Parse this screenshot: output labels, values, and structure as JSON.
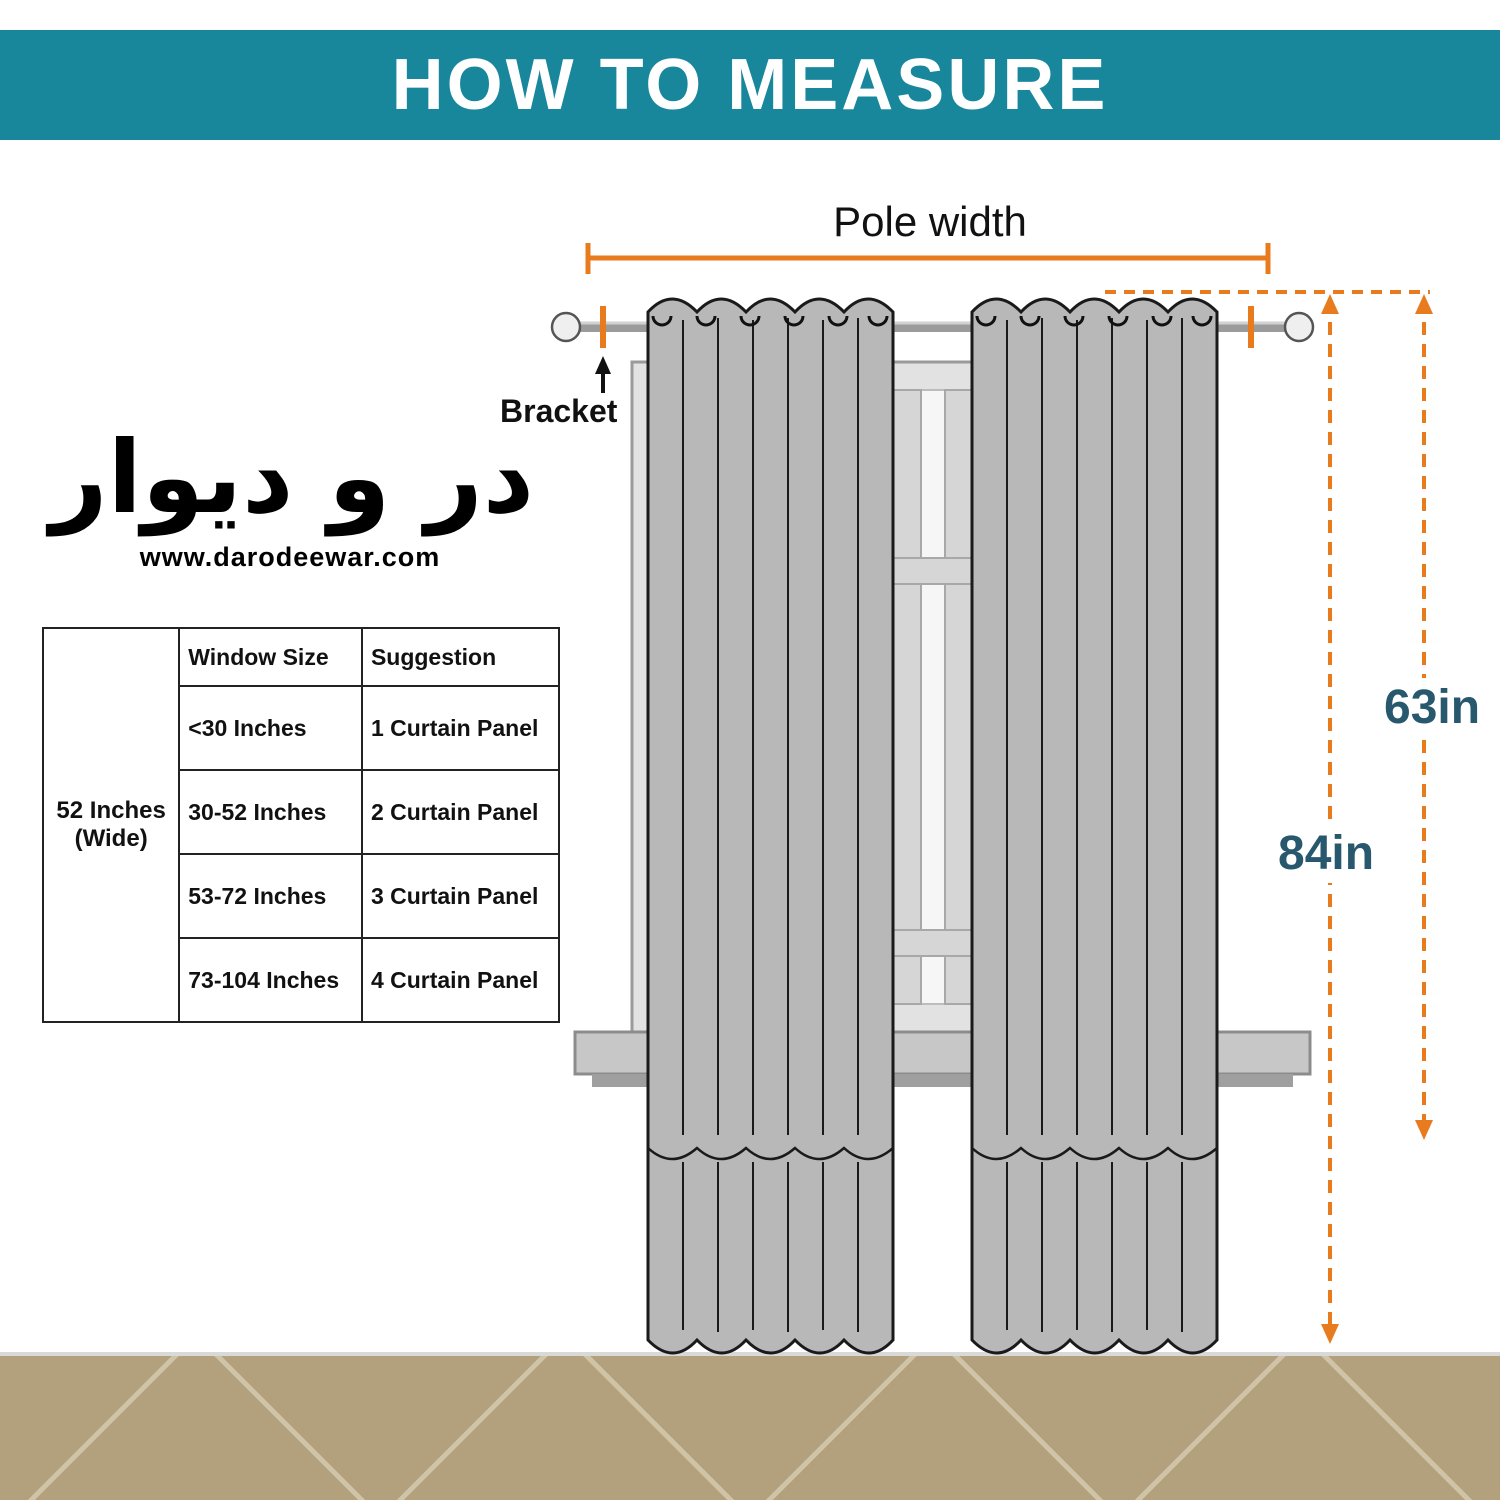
{
  "header": {
    "title": "HOW TO MEASURE"
  },
  "logo": {
    "calligraphy": "در و دیوار",
    "website": "www.darodeewar.com"
  },
  "measurements": {
    "pole_width_label": "Pole width",
    "bracket_label": "Bracket",
    "length_63": "63in",
    "length_84": "84in"
  },
  "size_table": {
    "row_header": "52 Inches (Wide)",
    "columns": [
      "Window Size",
      "Suggestion"
    ],
    "rows": [
      {
        "window_size": "<30 Inches",
        "suggestion": "1 Curtain Panel"
      },
      {
        "window_size": "30-52 Inches",
        "suggestion": "2 Curtain Panel"
      },
      {
        "window_size": "53-72 Inches",
        "suggestion": "3 Curtain Panel"
      },
      {
        "window_size": "73-104 Inches",
        "suggestion": "4 Curtain Panel"
      }
    ]
  },
  "colors": {
    "header_teal": "#18879c",
    "accent_orange": "#E87B1E",
    "measure_text": "#27586d",
    "curtain_gray": "#b8b8b8"
  }
}
